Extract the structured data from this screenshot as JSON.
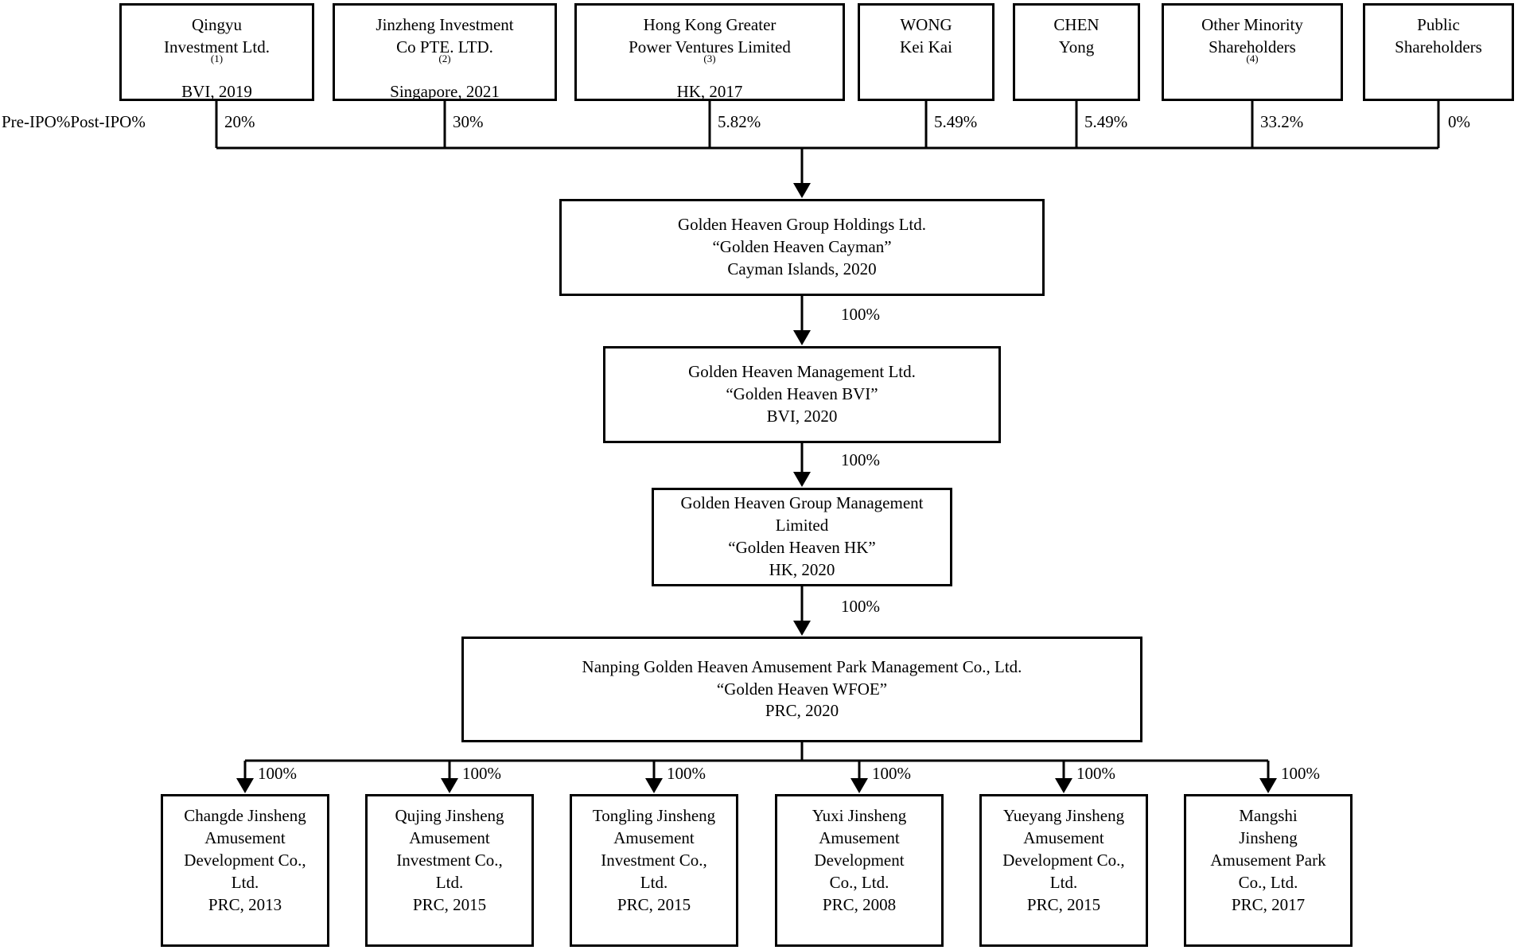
{
  "diagram": {
    "ipo_row_label": "Pre-IPO%Post-IPO%",
    "shareholders": [
      {
        "name": "Qingyu\nInvestment Ltd.^(1)\nBVI, 2019",
        "percent": "20%"
      },
      {
        "name": "Jinzheng Investment\nCo PTE. LTD.^(2)\nSingapore, 2021",
        "percent": "30%"
      },
      {
        "name": "Hong Kong Greater\nPower Ventures Limited^(3)\nHK, 2017",
        "percent": "5.82%"
      },
      {
        "name": "WONG\nKei Kai",
        "percent": "5.49%"
      },
      {
        "name": "CHEN\nYong",
        "percent": "5.49%"
      },
      {
        "name": "Other Minority\nShareholders^(4)",
        "percent": "33.2%"
      },
      {
        "name": "Public\nShareholders",
        "percent": "0%"
      }
    ],
    "chain": [
      {
        "name": "Golden Heaven Group Holdings Ltd.\n“Golden Heaven Cayman”\nCayman Islands, 2020"
      },
      {
        "name": "Golden Heaven Management Ltd.\n“Golden Heaven BVI”\nBVI, 2020",
        "ownership": "100%"
      },
      {
        "name": "Golden Heaven Group Management Limited\n“Golden Heaven HK”\nHK, 2020",
        "ownership": "100%"
      },
      {
        "name": "Nanping Golden Heaven Amusement Park Management Co., Ltd.\n“Golden Heaven WFOE”\nPRC, 2020",
        "ownership": "100%"
      }
    ],
    "subsidiaries": [
      {
        "name": "Changde Jinsheng\nAmusement\nDevelopment Co.,\nLtd.\nPRC, 2013",
        "ownership": "100%"
      },
      {
        "name": "Qujing Jinsheng\nAmusement\nInvestment Co.,\nLtd.\nPRC, 2015",
        "ownership": "100%"
      },
      {
        "name": "Tongling Jinsheng\nAmusement\nInvestment Co.,\nLtd.\nPRC, 2015",
        "ownership": "100%"
      },
      {
        "name": "Yuxi Jinsheng\nAmusement\nDevelopment\nCo., Ltd.\nPRC, 2008",
        "ownership": "100%"
      },
      {
        "name": "Yueyang Jinsheng\nAmusement\nDevelopment Co.,\nLtd.\nPRC, 2015",
        "ownership": "100%"
      },
      {
        "name": "Mangshi\nJinsheng\nAmusement Park\nCo., Ltd.\nPRC, 2017",
        "ownership": "100%"
      }
    ]
  }
}
